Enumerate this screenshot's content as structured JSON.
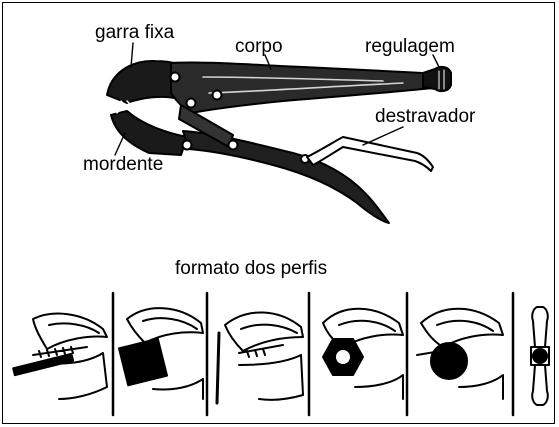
{
  "labels": {
    "fixed_jaw": "garra fixa",
    "body": "corpo",
    "adjustment": "regulagem",
    "release": "destravador",
    "jaw": "mordente",
    "profiles_title": "formato dos perfis"
  },
  "profiles": [
    {
      "name": "flat-bar"
    },
    {
      "name": "square-bar"
    },
    {
      "name": "thin-sheet"
    },
    {
      "name": "hex-nut"
    },
    {
      "name": "round-bar"
    },
    {
      "name": "side-view"
    }
  ]
}
